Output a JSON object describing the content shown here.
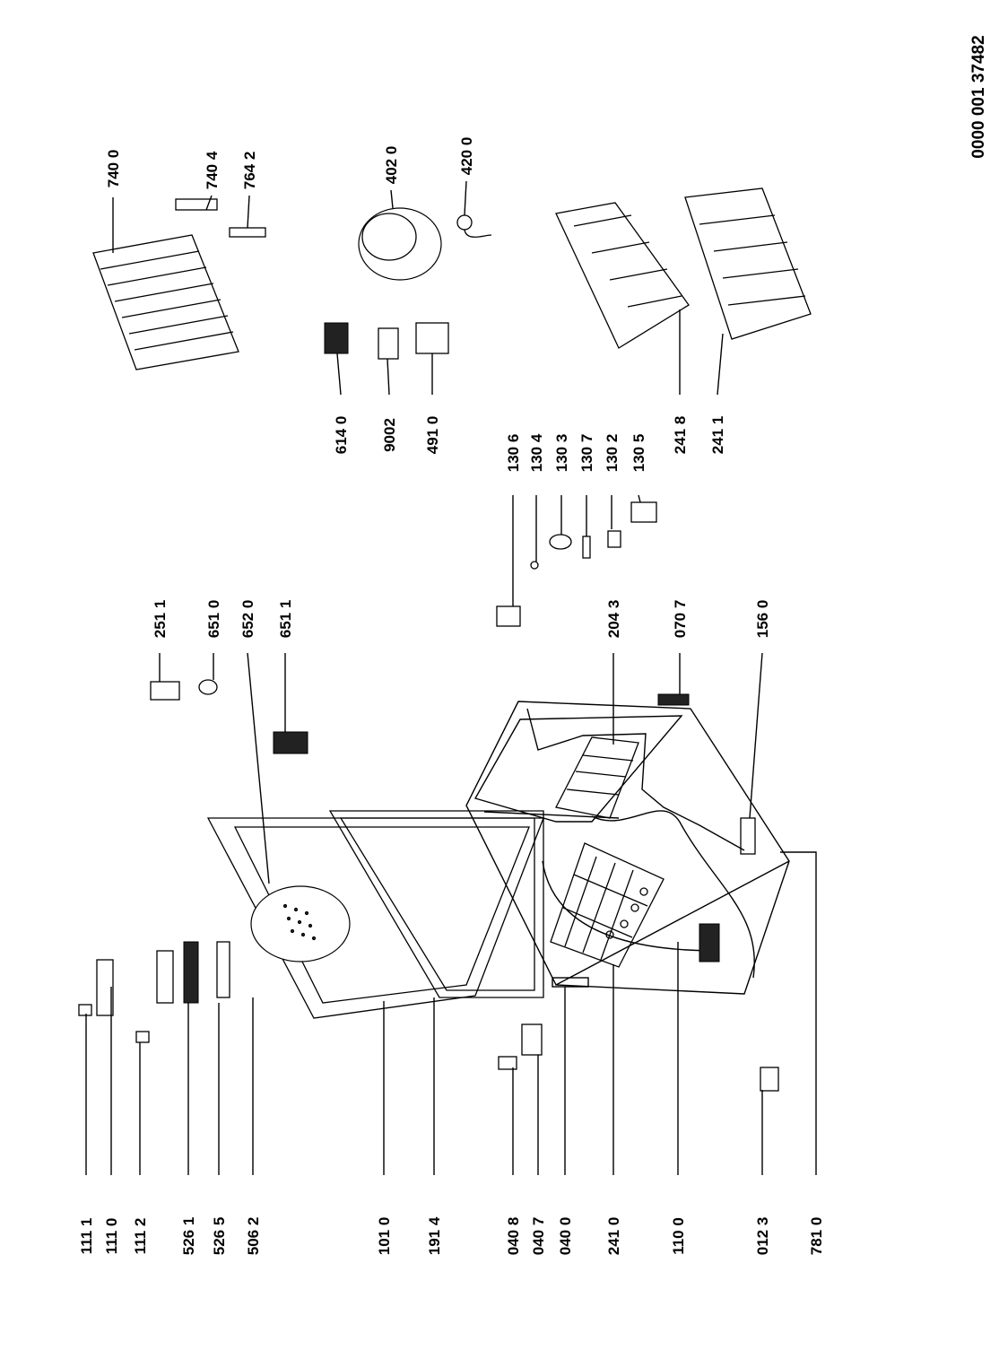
{
  "document": {
    "number": "0000 001 37482"
  },
  "left_column": {
    "labels": [
      "111 1",
      "111 0",
      "111 2",
      "526 1",
      "526 5",
      "506 2",
      "101 0",
      "191 4",
      "040 8",
      "040 7",
      "040 0",
      "241 0",
      "110 0",
      "012 3",
      "781 0"
    ]
  },
  "middle_column": {
    "labels": [
      "251 1",
      "651 0",
      "652 0",
      "651 1",
      "204 3",
      "070 7",
      "156 0"
    ]
  },
  "hinge_group": {
    "labels": [
      "130 6",
      "130 4",
      "130 3",
      "130 7",
      "130 2",
      "130 5"
    ]
  },
  "electrical_group": {
    "labels": [
      "614 0",
      "9002",
      "491 0",
      "402 0",
      "420 0"
    ]
  },
  "condenser_group": {
    "labels": [
      "740 0",
      "740 4",
      "764 2"
    ]
  },
  "baskets": {
    "labels": [
      "241 8",
      "241 1"
    ]
  }
}
